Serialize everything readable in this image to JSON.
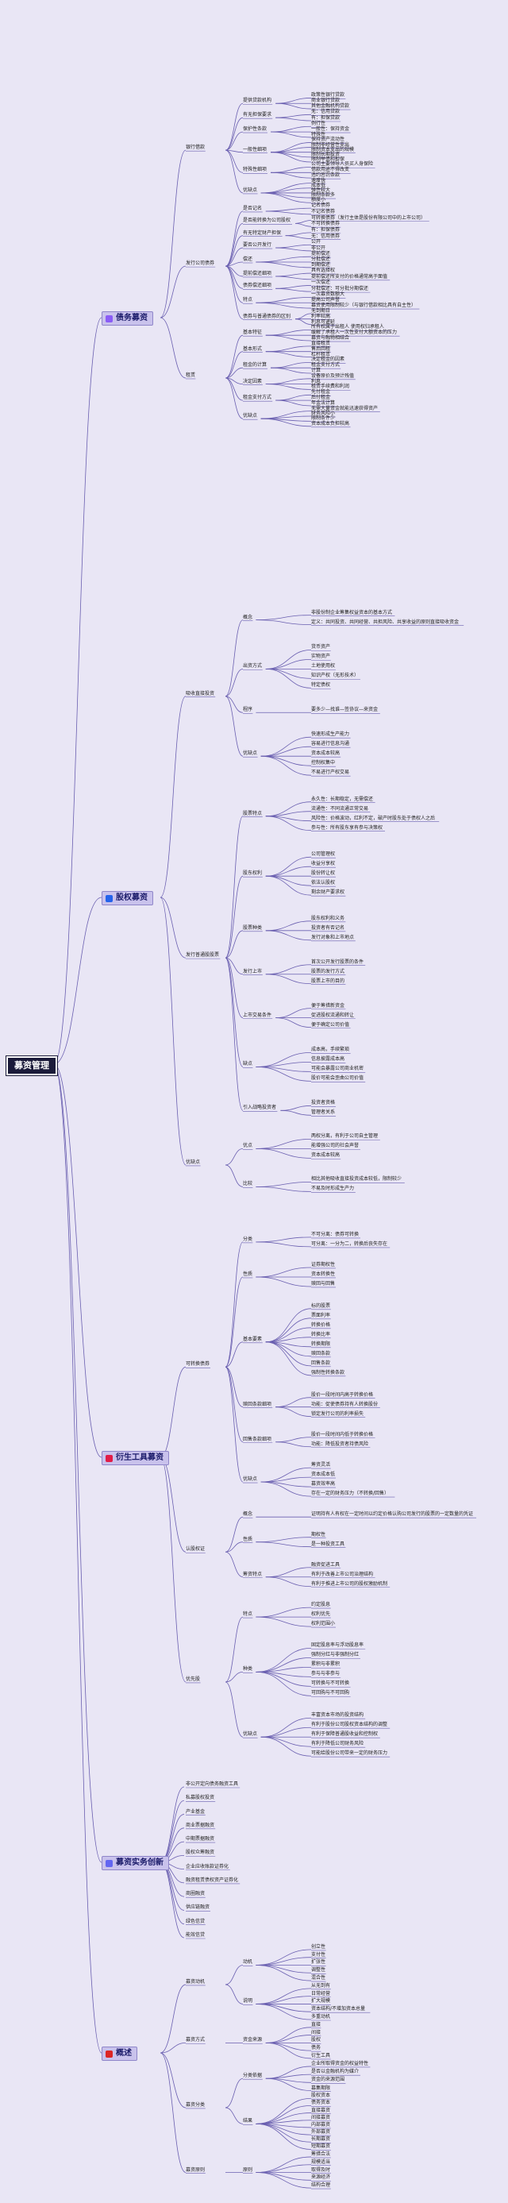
{
  "root": "募资管理",
  "sections": [
    {
      "id": "s1",
      "label": "债务募资",
      "color": "#8b5cf6"
    },
    {
      "id": "s2",
      "label": "股权募资",
      "color": "#2563eb"
    },
    {
      "id": "s3",
      "label": "衍生工具募资",
      "color": "#e11d48"
    },
    {
      "id": "s4",
      "label": "募资实务创新",
      "color": "#6366f1"
    },
    {
      "id": "s5",
      "label": "概述",
      "color": "#dc2626"
    }
  ],
  "s1": {
    "groups": [
      {
        "label": "银行借款",
        "items": [
          {
            "label": "提供贷款机构",
            "children": [
              "政策性银行贷款",
              "商业银行贷款",
              "其他金融机构贷款"
            ]
          },
          {
            "label": "有无担保要求",
            "children": [
              "无：信用贷款",
              "有：担保贷款"
            ]
          },
          {
            "label": "保护性条款",
            "children": [
              "例行性",
              "一般性：保持资金",
              "特殊性"
            ]
          },
          {
            "label": "一般性细项",
            "children": [
              "保持资产流动性",
              "限制非经营性支出",
              "限制资本支出的规模",
              "限制长期投资",
              "限制举债和担保"
            ]
          },
          {
            "label": "特殊性细项",
            "children": [
              "公司主要领导人员买人身保险",
              "借款用途不得改变",
              "违约惩罚条款"
            ]
          },
          {
            "label": "优缺点",
            "children": [
              "速度快",
              "成本低",
              "弹性较大",
              "限制条款多",
              "额度小"
            ]
          }
        ]
      },
      {
        "label": "发行公司债券",
        "items": [
          {
            "label": "是否记名",
            "children": [
              "记名债券",
              "不记名债券"
            ]
          },
          {
            "label": "是否能转换为公司股权",
            "children": [
              "可转换债券（发行主体是股份有限公司中的上市公司）",
              "不可转换债券"
            ]
          },
          {
            "label": "有无特定财产担保",
            "children": [
              "有：担保债券",
              "无：信用债券"
            ]
          },
          {
            "label": "要否公开发行",
            "children": [
              "公开",
              "非公开"
            ]
          },
          {
            "label": "偿还",
            "children": [
              "提前偿还",
              "分批偿还",
              "到期偿还"
            ]
          },
          {
            "label": "提前偿还细项",
            "children": [
              "具有选择权",
              "提前偿还所支付的价格通常高于面值"
            ]
          },
          {
            "label": "债券偿还细项",
            "children": [
              "一次偿还",
              "分批偿还：可分批分期偿还"
            ]
          },
          {
            "label": "特点",
            "children": [
              "一次募资数额大",
              "提高公司声誉",
              "募资使用限制较少（与银行借款相比具有自主性）"
            ]
          },
          {
            "label": "债券与普通债券的区别",
            "children": [
              "无到期日",
              "利率较高",
              "利息可递延"
            ]
          }
        ]
      },
      {
        "label": "租赁",
        "items": [
          {
            "label": "基本特征",
            "children": [
              "所有权属于出租人 使用权归承租人",
              "缓解了承租人一次性支付大额资本的压力",
              "募资与融物相结合"
            ]
          },
          {
            "label": "基本形式",
            "children": [
              "直接租赁",
              "售后回租",
              "杠杆租赁"
            ]
          },
          {
            "label": "租金的计算",
            "children": [
              "决定租金的因素",
              "租金支付方式",
              "计算"
            ]
          },
          {
            "label": "决定因素",
            "children": [
              "设备原价及预计残值",
              "利息",
              "租赁手续费和利润"
            ]
          },
          {
            "label": "租金支付方式",
            "children": [
              "先付租金",
              "后付租金",
              "年金法计算"
            ]
          },
          {
            "label": "优缺点",
            "children": [
              "无需大量资金就能迅速获得资产",
              "财务风险小",
              "限制条件少",
              "资本成本负担较高"
            ]
          }
        ]
      }
    ]
  },
  "s2": {
    "groups": [
      {
        "label": "吸收直接投资",
        "items": [
          {
            "label": "概念",
            "children": [
              "非股份制企业筹集权益资本的基本方式",
              "定义：共同投资、共同经营、共担风险、共享收益的原则直接吸收资金"
            ]
          },
          {
            "label": "出资方式",
            "children": [
              "货币资产",
              "实物资产",
              "土地使用权",
              "知识产权（无形技术）",
              "特定债权"
            ]
          },
          {
            "label": "程序",
            "children": [
              "要多少—找谁—签协议—来资金"
            ]
          },
          {
            "label": "优缺点",
            "children": [
              "快速形成生产能力",
              "容易进行信息沟通",
              "资本成本较高",
              "控制权集中",
              "不易进行产权交易"
            ]
          }
        ]
      },
      {
        "label": "发行普通股股票",
        "items": [
          {
            "label": "股票特点",
            "children": [
              "永久性：长期稳定，无需偿还",
              "流通性：不同流通正常交易",
              "风险性：价格波动，红利不定，破产时股东处于债权人之后",
              "参与性：所有股东享有参与决策权"
            ]
          },
          {
            "label": "股东权利",
            "children": [
              "公司管理权",
              "收益分享权",
              "股份转让权",
              "依法认股权",
              "剩余财产要求权"
            ]
          },
          {
            "label": "股票种类",
            "children": [
              "股东权利和义务",
              "投资者有否记名",
              "发行对象和上市地点"
            ]
          },
          {
            "label": "发行上市",
            "children": [
              "首次公开发行股票的条件",
              "股票的发行方式",
              "股票上市的目的"
            ]
          },
          {
            "label": "上市交易条件",
            "children": [
              "便于筹措新资金",
              "促进股权流通和转让",
              "便于确定公司价值"
            ]
          },
          {
            "label": "缺点",
            "children": [
              "成本高，手续繁琐",
              "信息披露成本高",
              "可能会暴露公司商业机密",
              "股价可能会歪曲公司价值"
            ]
          },
          {
            "label": "引入战略投资者",
            "children": [
              "投资者资格",
              "管理者关系"
            ]
          }
        ]
      },
      {
        "label": "优缺点",
        "items": [
          {
            "label": "优点",
            "children": [
              "两权分离，有利于公司自主管理",
              "能增强公司的社会声誉",
              "资本成本较高"
            ]
          },
          {
            "label": "比较",
            "children": [
              "相比其他吸收直接投资成本较低，限制较少",
              "不易及时形成生产力"
            ]
          }
        ]
      }
    ]
  },
  "s3": {
    "groups": [
      {
        "label": "可转换债券",
        "items": [
          {
            "label": "分类",
            "children": [
              "不可分离：债券可转换",
              "可分离：一分为二，转换后丧失存在"
            ]
          },
          {
            "label": "性质",
            "children": [
              "证券期权性",
              "资本转换性",
              "赎回与回售"
            ]
          },
          {
            "label": "基本要素",
            "children": [
              "标的股票",
              "票面利率",
              "转换价格",
              "转换比率",
              "转换期限",
              "赎回条款",
              "回售条款",
              "强制性转换条款"
            ]
          },
          {
            "label": "赎回条款细项",
            "children": [
              "股价一段时间内高于转换价格",
              "功能：促使债券持有人转换股份",
              "锁定发行公司的利率损失"
            ]
          },
          {
            "label": "回售条款细项",
            "children": [
              "股价一段时间内低于转换价格",
              "功能：降低投资者持债风险"
            ]
          },
          {
            "label": "优缺点",
            "children": [
              "筹资灵活",
              "资本成本低",
              "募资效率高",
              "存在一定的财务压力（不转换/回售）"
            ]
          }
        ]
      },
      {
        "label": "认股权证",
        "items": [
          {
            "label": "概念",
            "children": [
              "证明持有人有权在一定时间以约定价格认购公司发行的股票的一定数量的凭证"
            ]
          },
          {
            "label": "性质",
            "children": [
              "期权性",
              "是一种投资工具"
            ]
          },
          {
            "label": "筹资特点",
            "children": [
              "融资促进工具",
              "有利于改善上市公司治理结构",
              "有利于推进上市公司的股权激励机制"
            ]
          }
        ]
      },
      {
        "label": "优先股",
        "items": [
          {
            "label": "特点",
            "children": [
              "约定股息",
              "权利优先",
              "权利范围小"
            ]
          },
          {
            "label": "种类",
            "children": [
              "固定股息率与浮动股息率",
              "强制分红与非强制分红",
              "累积与非累积",
              "参与与非参与",
              "可转换与不可转换",
              "可回购与不可回购"
            ]
          },
          {
            "label": "优缺点",
            "children": [
              "丰富资本市场的投资结构",
              "有利于股份公司股权资本结构的调整",
              "有利于保障普通股收益和控制权",
              "有利于降低公司财务风险",
              "可能给股份公司带来一定的财务压力"
            ]
          }
        ]
      }
    ]
  },
  "s4": {
    "items": [
      "非公开定向债务融资工具",
      "私募股权投资",
      "产业基金",
      "商业票据融资",
      "中期票据融资",
      "股权众筹融资",
      "企业应收账款证券化",
      "融资租赁债权资产证券化",
      "商圈融资",
      "供应链融资",
      "绿色信贷",
      "能效信贷"
    ]
  },
  "s5": {
    "groups": [
      {
        "label": "募资动机",
        "items": [
          {
            "label": "动机",
            "children": [
              "创立性",
              "支付性",
              "扩张性",
              "调整性",
              "混合性"
            ]
          },
          {
            "label": "说明",
            "children": [
              "从无到有",
              "日常经营",
              "扩大规模",
              "资本结构/不增加资本总量",
              "多重动机"
            ]
          }
        ]
      },
      {
        "label": "募资方式",
        "items": [
          {
            "label": "资金来源",
            "children": [
              "直接",
              "间接",
              "股权",
              "债务",
              "衍生工具"
            ]
          }
        ]
      },
      {
        "label": "募资分类",
        "items": [
          {
            "label": "分类依据",
            "children": [
              "企业所取得资金的权益特性",
              "是否以金融机构为媒介",
              "资金的来源范围",
              "募集期限"
            ]
          },
          {
            "label": "结果",
            "children": [
              "股权资本",
              "债务资本",
              "直接募资",
              "间接募资",
              "内部募资",
              "外部募资",
              "长期募资",
              "短期募资"
            ]
          }
        ]
      },
      {
        "label": "募资原则",
        "items": [
          {
            "label": "原则",
            "children": [
              "筹措合法",
              "规模适当",
              "取得及时",
              "来源经济",
              "结构合理"
            ]
          }
        ]
      }
    ]
  }
}
